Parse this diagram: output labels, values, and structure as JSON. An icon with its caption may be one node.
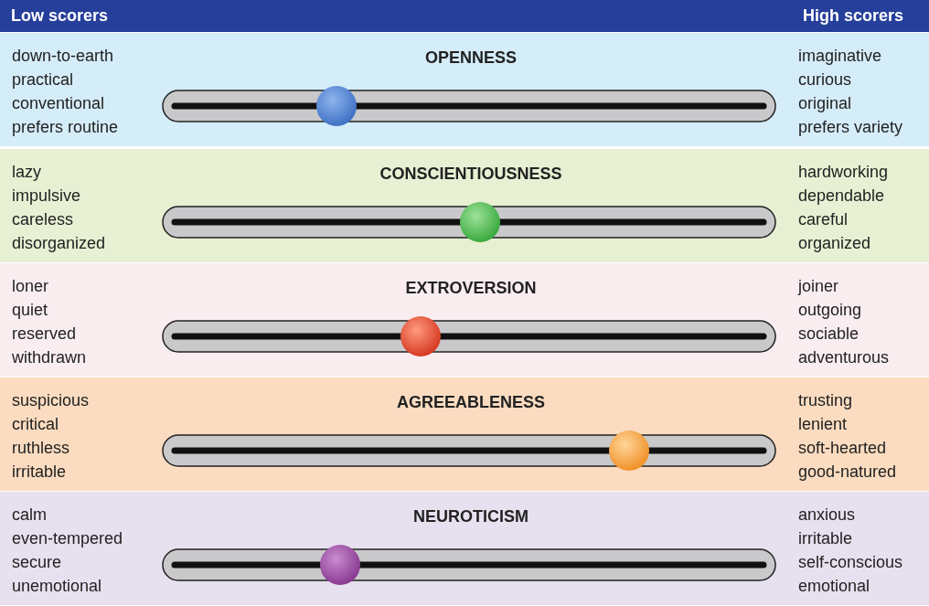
{
  "diagram": {
    "nodes": [
      {
        "text": [
          "Low scorers",
          "High scorers"
        ]
      },
      {
        "text": [
          "down-to-earth",
          "practical",
          "conventional",
          "prefers routine",
          "OPENNESS",
          "imaginative",
          "curious",
          "original",
          "prefers variety"
        ]
      },
      {
        "text": [
          "lazy",
          "impulsive",
          "careless",
          "disorganized",
          "CONSCIENTIOUSNESS",
          "hardworking",
          "dependable",
          "careful",
          "organized"
        ]
      },
      {
        "text": [
          "loner",
          "quiet",
          "reserved",
          "withdrawn",
          "EXTROVERSION",
          "joiner",
          "outgoing",
          "sociable",
          "adventurous"
        ]
      },
      {
        "text": [
          "suspicious",
          "critical",
          "ruthless",
          "irritable",
          "AGREEABLENESS",
          "trusting",
          "lenient",
          "soft-hearted",
          "good-natured"
        ]
      },
      {
        "text": [
          "calm",
          "even-tempered",
          "secure",
          "unemotional",
          "NEUROTICISM",
          "anxious",
          "irritable",
          "self-conscious",
          "emotional"
        ]
      }
    ]
  }
}
